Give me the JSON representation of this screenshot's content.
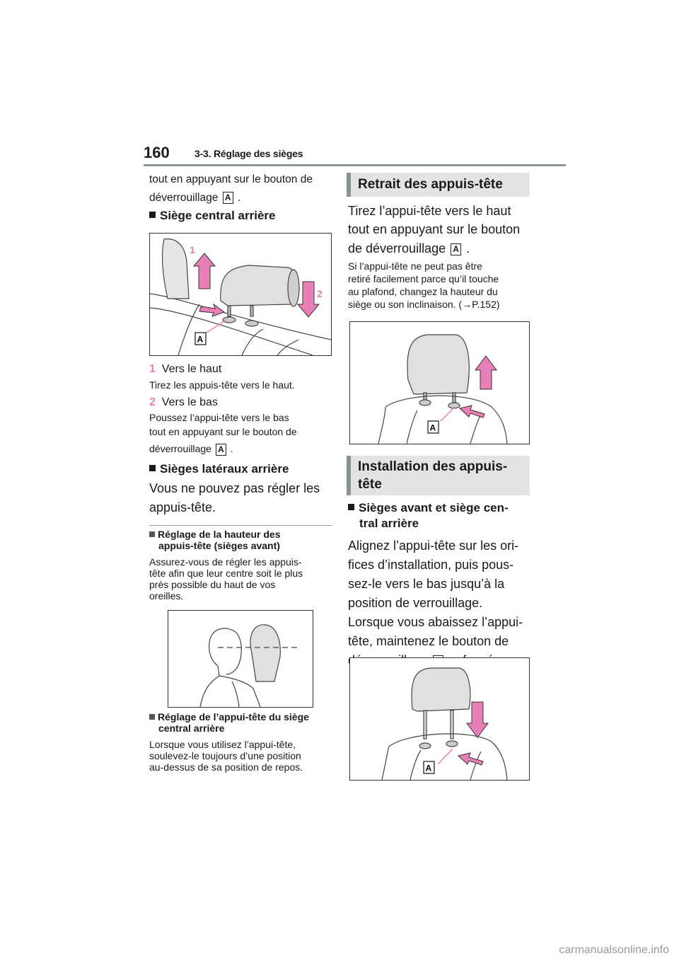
{
  "header": {
    "page_number": "160",
    "section": "3-3. Réglage des sièges"
  },
  "left": {
    "intro_line1": "tout en appuyant sur le bouton de",
    "intro_line2": "déverrouillage",
    "tag": "A",
    "rear_center_heading": "Siège central arrière",
    "fig1_labels": {
      "n1": "1",
      "n2": "2",
      "a": "A"
    },
    "step1_num": "1",
    "step1_title": "Vers le haut",
    "step1_text": "Tirez les appuis-tête vers le haut.",
    "step2_num": "2",
    "step2_title": "Vers le bas",
    "step2_text1": "Poussez l’appui-tête vers le bas",
    "step2_text2": "tout en appuyant sur le bouton de",
    "step2_text3": "déverrouillage",
    "lateral_heading": "Sièges latéraux arrière",
    "lateral_text1": "Vous ne pouvez pas régler les",
    "lateral_text2": "appuis-tête.",
    "note1_heading1": "Réglage de la hauteur des",
    "note1_heading2": "appuis-tête (sièges avant)",
    "note1_text1": "Assurez-vous de régler les appuis-",
    "note1_text2": "tête afin que leur centre soit le plus",
    "note1_text3": "près possible du haut de vos",
    "note1_text4": "oreilles.",
    "note2_heading1": "Réglage de l’appui-tête du siège",
    "note2_heading2": "central arrière",
    "note2_text1": "Lorsque vous utilisez l’appui-tête,",
    "note2_text2": "soulevez-le toujours d’une position",
    "note2_text3": "au-dessus de sa position de repos."
  },
  "right": {
    "removal_banner": "Retrait des appuis-tête",
    "removal_text1": "Tirez l’appui-tête vers le haut",
    "removal_text2": "tout en appuyant sur le bouton",
    "removal_text3": "de déverrouillage",
    "removal_note1": "Si l’appui-tête ne peut pas être",
    "removal_note2": "retiré facilement parce qu’il touche",
    "removal_note3": "au plafond, changez la hauteur du",
    "removal_note4": "siège ou son inclinaison. (→P.152)",
    "install_banner1": "Installation des appuis-",
    "install_banner2": "tête",
    "install_heading1": "Sièges avant et siège cen-",
    "install_heading2": "tral arrière",
    "install_text1": "Alignez l’appui-tête sur les ori-",
    "install_text2": "fices d’installation, puis pous-",
    "install_text3": "sez-le vers le bas jusqu’à la",
    "install_text4": "position de verrouillage.",
    "install_text5": "Lorsque vous abaissez l’appui-",
    "install_text6": "tête, maintenez le bouton de",
    "install_text7": "déverrouillage",
    "install_text8": "enfoncé.",
    "tag": "A"
  },
  "watermark": "carmanualsonline.info",
  "colors": {
    "accent_pink": "#e87fb6",
    "banner_bg": "#e2e4e3",
    "banner_bar": "#8a9390"
  }
}
